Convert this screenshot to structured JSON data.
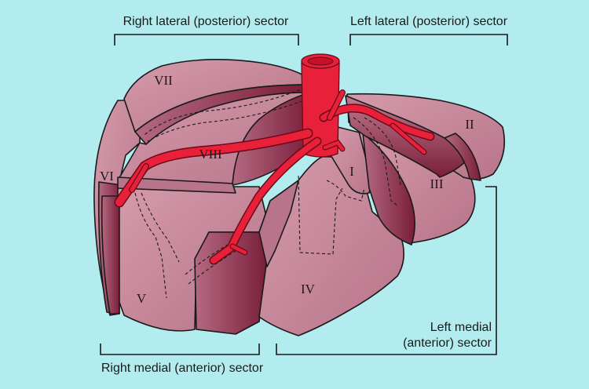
{
  "sector_labels": {
    "right_lateral": "Right lateral (posterior) sector",
    "left_lateral": "Left lateral (posterior) sector",
    "right_medial": "Right medial (anterior) sector",
    "left_medial_line1": "Left medial",
    "left_medial_line2": "(anterior) sector"
  },
  "segment_labels": {
    "s1": "I",
    "s2": "II",
    "s3": "III",
    "s4": "IV",
    "s5": "V",
    "s6": "VI",
    "s7": "VII",
    "s8": "VIII"
  },
  "colors": {
    "background": "#b3ecef",
    "liver_light": "#c98a9d",
    "liver_mid": "#a8657b",
    "liver_dark": "#7a1e3a",
    "vessel": "#e8203a"
  }
}
